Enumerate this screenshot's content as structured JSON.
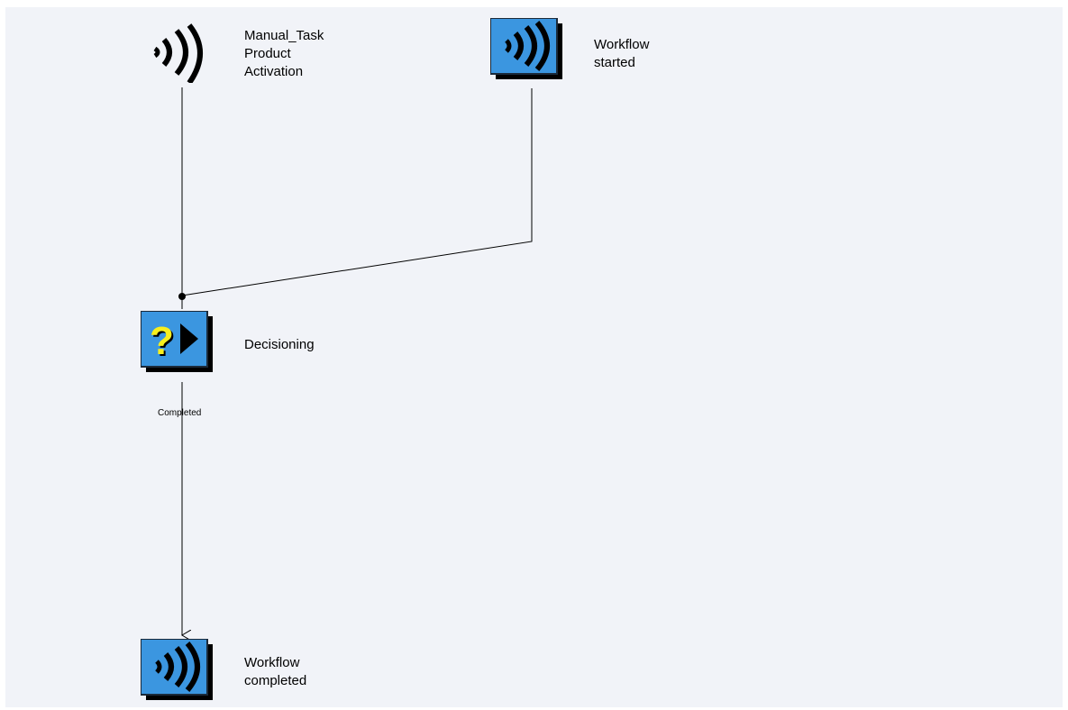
{
  "workflow": {
    "nodes": [
      {
        "id": "manual-task",
        "label": "Manual_Task\nProduct\nActivation",
        "icon": "signal-waves-icon"
      },
      {
        "id": "workflow-started",
        "label": "Workflow\nstarted",
        "icon": "signal-waves-icon"
      },
      {
        "id": "decisioning",
        "label": "Decisioning",
        "icon": "decision-question-arrow-icon"
      },
      {
        "id": "workflow-completed",
        "label": "Workflow\ncompleted",
        "icon": "signal-waves-icon"
      }
    ],
    "edges": [
      {
        "from": "manual-task",
        "to": "decisioning",
        "label": ""
      },
      {
        "from": "workflow-started",
        "to": "decisioning",
        "label": ""
      },
      {
        "from": "decisioning",
        "to": "workflow-completed",
        "label": "Completed"
      }
    ]
  },
  "colors": {
    "canvas_background": "#f1f3f8",
    "node_fill": "#3b96e0",
    "node_shadow": "#000000",
    "question_mark": "#f7ef1e"
  }
}
